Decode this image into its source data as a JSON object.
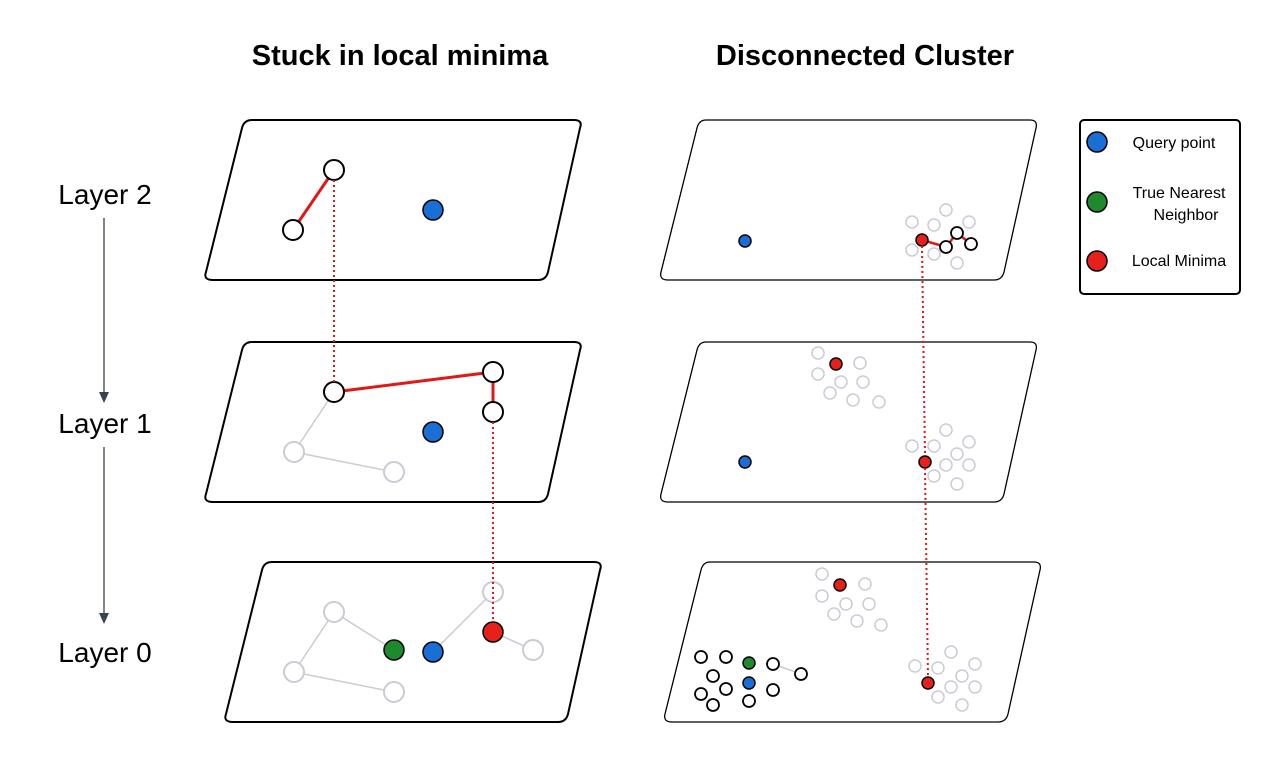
{
  "titles": {
    "left": "Stuck in local minima",
    "right": "Disconnected Cluster"
  },
  "layer_labels": [
    "Layer 2",
    "Layer 1",
    "Layer 0"
  ],
  "legend": {
    "items": [
      {
        "key": "query",
        "lines": [
          "Query point"
        ],
        "color": "#1a6fd6"
      },
      {
        "key": "nearest",
        "lines": [
          "True Nearest",
          "Neighbor"
        ],
        "color": "#1e8a2e"
      },
      {
        "key": "minima",
        "lines": [
          "Local Minima"
        ],
        "color": "#e8201c"
      }
    ]
  },
  "colors": {
    "query": "#1a6fd6",
    "nearest": "#1e8a2e",
    "minima": "#e8201c",
    "path": "#e01818",
    "faded": "#c9ccd4",
    "outline": "#000000"
  }
}
